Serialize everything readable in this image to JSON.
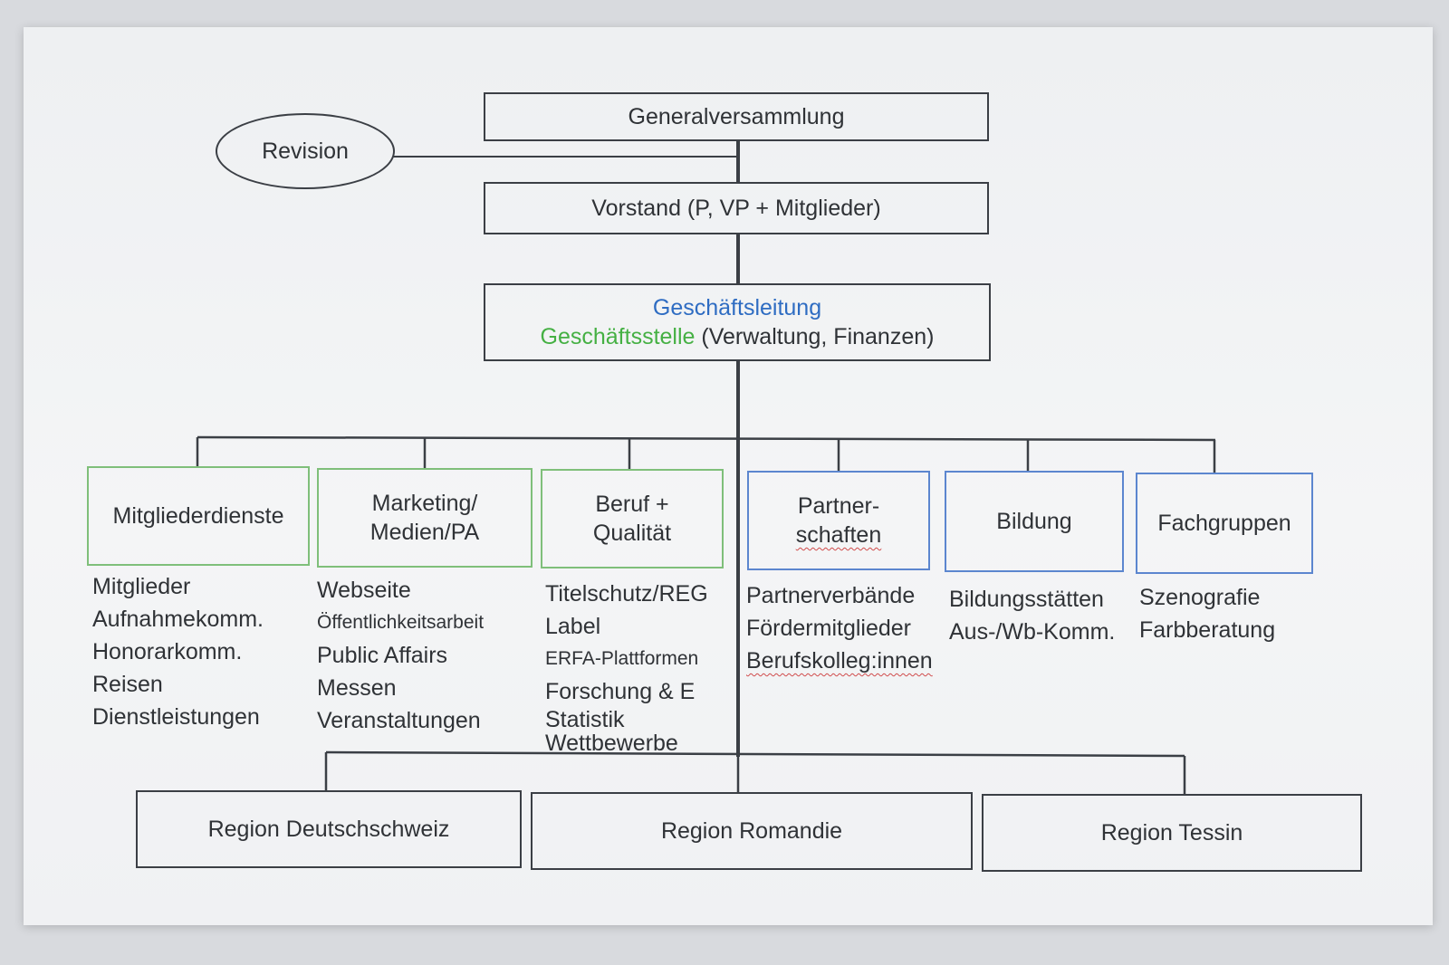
{
  "colors": {
    "box_border": "#3b3f45",
    "green_border": "#7fbf7a",
    "blue_border": "#5c86cf",
    "blue_text": "#2e6cc2",
    "green_text": "#45b043",
    "spellcheck_underline": "#d04b4b"
  },
  "top": {
    "generalversammlung": "Generalversammlung",
    "revision": "Revision",
    "vorstand": "Vorstand (P, VP + Mitglieder)",
    "gl_line1": "Geschäftsleitung",
    "gl_line2_green": "Geschäftsstelle",
    "gl_line2_rest": " (Verwaltung, Finanzen)"
  },
  "departments": [
    {
      "title": [
        "Mitgliederdienste"
      ],
      "items": [
        "Mitglieder",
        "Aufnahmekomm.",
        "Honorarkomm.",
        "Reisen",
        "Dienstleistungen"
      ]
    },
    {
      "title": [
        "Marketing/",
        "Medien/PA"
      ],
      "items": [
        "Webseite",
        "Öffentlichkeitsarbeit",
        "Public Affairs",
        "Messen",
        "Veranstaltungen"
      ]
    },
    {
      "title": [
        "Beruf +",
        "Qualität"
      ],
      "items": [
        "Titelschutz/REG",
        "Label",
        "ERFA-Plattformen",
        "Forschung & E",
        "Statistik",
        "Wettbewerbe"
      ]
    },
    {
      "title": [
        "Partner-",
        "schaften"
      ],
      "items": [
        "Partnerverbände",
        "Fördermitglieder",
        "Berufskolleg:innen"
      ]
    },
    {
      "title": [
        "Bildung"
      ],
      "items": [
        "Bildungsstätten",
        "Aus-/Wb-Komm."
      ]
    },
    {
      "title": [
        "Fachgruppen"
      ],
      "items": [
        "Szenografie",
        "Farbberatung"
      ]
    }
  ],
  "regions": [
    "Region Deutschschweiz",
    "Region Romandie",
    "Region Tessin"
  ]
}
